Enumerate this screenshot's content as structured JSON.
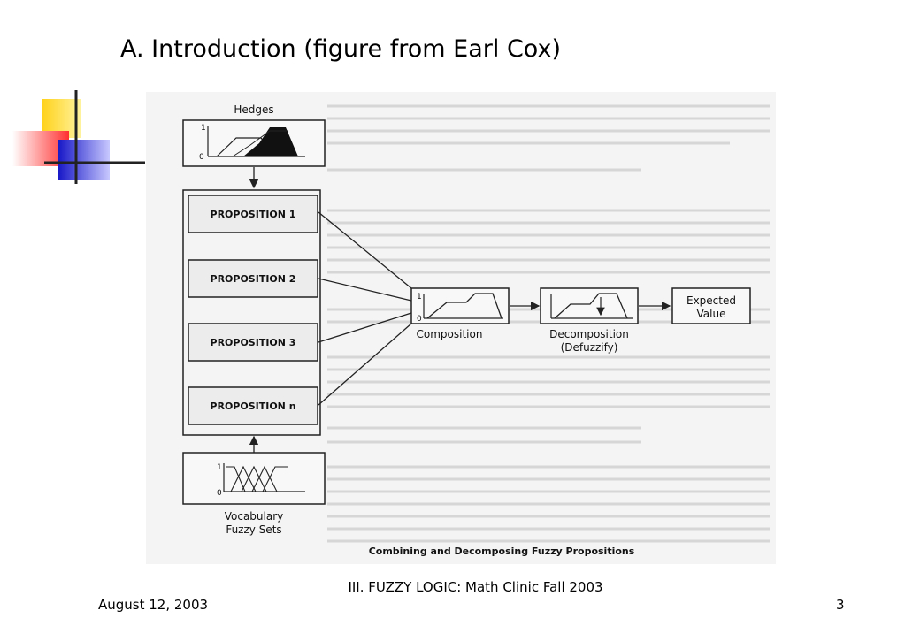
{
  "slide": {
    "title": "A. Introduction (figure from Earl Cox)",
    "footer_date": "August 12, 2003",
    "footer_title": "III. FUZZY LOGIC: Math Clinic Fall 2003",
    "page_number": "3"
  },
  "figure": {
    "hedges_label": "Hedges",
    "axis_one": "1",
    "axis_zero": "0",
    "propositions": [
      "PROPOSITION 1",
      "PROPOSITION 2",
      "PROPOSITION 3",
      "PROPOSITION n"
    ],
    "composition_label": "Composition",
    "decomposition_label": "Decomposition",
    "defuzzify_label": "(Defuzzify)",
    "expected_value_line1": "Expected",
    "expected_value_line2": "Value",
    "vocabulary_line1": "Vocabulary",
    "vocabulary_line2": "Fuzzy Sets",
    "caption": "Combining and Decomposing Fuzzy Propositions"
  },
  "colors": {
    "deco_yellow": "#ffd21c",
    "deco_red": "#ff4040",
    "deco_blue": "#2020d0",
    "deco_line": "#222222"
  }
}
